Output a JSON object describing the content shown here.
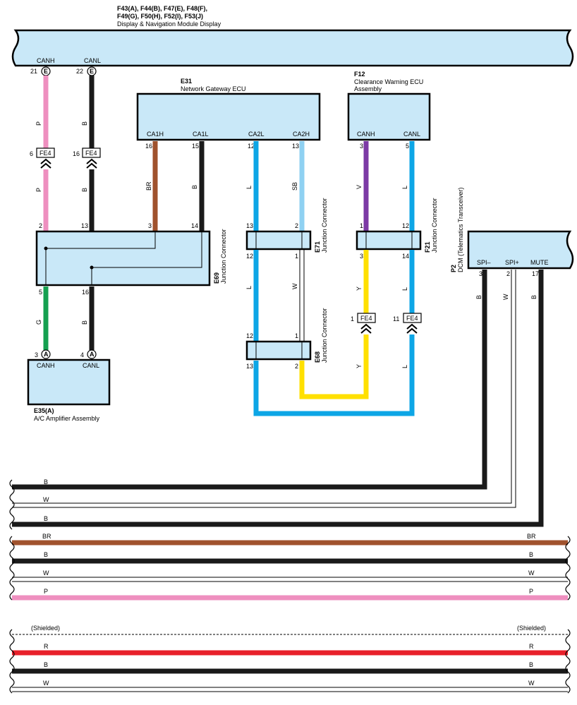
{
  "display_module": {
    "codes_line1": "F43(A), F44(B), F47(E), F48(F),",
    "codes_line2": "F49(G), F50(H), F52(I), F53(J)",
    "name": "Display & Navigation Module Display",
    "pins": [
      {
        "num": "21",
        "letter": "E",
        "label": "CANH"
      },
      {
        "num": "22",
        "letter": "E",
        "label": "CANL"
      }
    ]
  },
  "gateway_ecu": {
    "code": "E31",
    "name": "Network Gateway ECU",
    "pins": [
      {
        "label": "CA1H",
        "num": "16"
      },
      {
        "label": "CA1L",
        "num": "15"
      },
      {
        "label": "CA2L",
        "num": "12"
      },
      {
        "label": "CA2H",
        "num": "13"
      }
    ]
  },
  "clearance_ecu": {
    "code": "F12",
    "name_line1": "Clearance Warning ECU",
    "name_line2": "Assembly",
    "pins": [
      {
        "label": "CANH",
        "num": "3"
      },
      {
        "label": "CANL",
        "num": "5"
      }
    ]
  },
  "dcm": {
    "code": "P2",
    "name": "DCM (Telematics Transceiver)",
    "pins": [
      {
        "label": "SPI–",
        "num": "3"
      },
      {
        "label": "SPI+",
        "num": "2"
      },
      {
        "label": "MUTE",
        "num": "17"
      }
    ]
  },
  "ac_amplifier": {
    "code": "E35(A)",
    "name": "A/C Amplifier Assembly",
    "pins": [
      {
        "num": "3",
        "letter": "A",
        "label": "CANH"
      },
      {
        "num": "4",
        "letter": "A",
        "label": "CANL"
      }
    ]
  },
  "junction_e69": {
    "code": "E69",
    "name": "Junction Connector",
    "pins_top": [
      "2",
      "13",
      "3",
      "14"
    ],
    "pins_bottom": [
      "5",
      "16"
    ]
  },
  "junction_e71": {
    "code": "E71",
    "name": "Junction Connector",
    "pins_top": [
      "13",
      "2"
    ],
    "pins_bottom": [
      "12",
      "1"
    ]
  },
  "junction_e68": {
    "code": "E68",
    "name": "Junction Connector",
    "pins_top": [
      "12",
      "1"
    ],
    "pins_bottom": [
      "13",
      "2"
    ]
  },
  "junction_f21": {
    "code": "F21",
    "name": "Junction Connector",
    "pins_top": [
      "1",
      "12"
    ],
    "pins_bottom": [
      "3",
      "14"
    ]
  },
  "inline_connectors": [
    {
      "num": "6",
      "label": "FE4"
    },
    {
      "num": "16",
      "label": "FE4"
    },
    {
      "num": "1",
      "label": "FE4"
    },
    {
      "num": "11",
      "label": "FE4"
    }
  ],
  "wire_colors": {
    "disp_canh_upper": "P",
    "disp_canh_lower": "P",
    "disp_canl_upper": "B",
    "disp_canl_lower": "B",
    "gw_ca1h": "BR",
    "gw_ca1l": "B",
    "gw_ca2l": "L",
    "gw_ca2h": "SB",
    "clr_canh": "V",
    "clr_canl": "L",
    "e69_to_amp_h": "G",
    "e69_to_amp_l": "B",
    "e71_to_e68_l": "L",
    "e71_to_e68_w": "W",
    "f21_out_y": "Y",
    "f21_out_l": "L",
    "fe4_down_y": "Y",
    "fe4_down_l": "L",
    "dcm_spim": "B",
    "dcm_spip": "W",
    "dcm_mute": "B"
  },
  "harness_group1": [
    {
      "left": "B",
      "right": ""
    },
    {
      "left": "W",
      "right": ""
    },
    {
      "left": "B",
      "right": ""
    },
    {
      "left": "BR",
      "right": "BR"
    },
    {
      "left": "B",
      "right": "B"
    },
    {
      "left": "W",
      "right": "W"
    },
    {
      "left": "P",
      "right": "P"
    }
  ],
  "harness_group2": {
    "shield_left": "(Shielded)",
    "shield_right": "(Shielded)",
    "wires": [
      {
        "left": "R",
        "right": "R"
      },
      {
        "left": "B",
        "right": "B"
      },
      {
        "left": "W",
        "right": "W"
      }
    ]
  },
  "colors": {
    "pink": "#ee8fbf",
    "black": "#1a1a1a",
    "brown": "#a0522d",
    "blue": "#0da6e6",
    "light_blue": "#8fd1f2",
    "violet": "#7c3aa5",
    "yellow": "#ffe000",
    "green": "#15a050",
    "red": "#e8202a",
    "box_fill": "#c9e8f8"
  }
}
